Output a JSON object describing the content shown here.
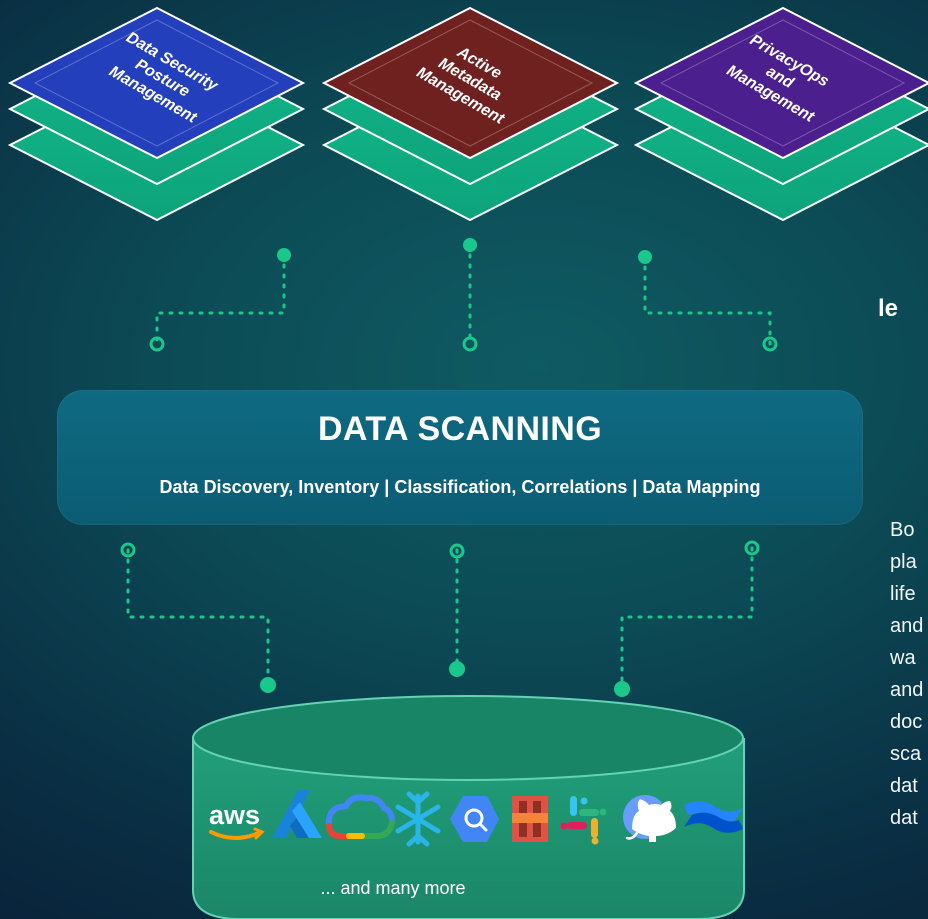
{
  "layers": [
    {
      "id": "dsp",
      "title_lines": [
        "Data Security",
        "Posture",
        "Management"
      ],
      "top_color": "#233fbc",
      "top_border": "#ffffff"
    },
    {
      "id": "amm",
      "title_lines": [
        "Active",
        "Metadata",
        "Management"
      ],
      "top_color": "#6f211f",
      "top_border": "#ffffff"
    },
    {
      "id": "pom",
      "title_lines": [
        "PrivacyOps",
        "and",
        "Management"
      ],
      "top_color": "#4b1f8d",
      "top_border": "#ffffff"
    }
  ],
  "scan": {
    "title": "DATA SCANNING",
    "subtitle": "Data Discovery, Inventory | Classification, Correlations | Data Mapping"
  },
  "right_text": {
    "top_fragment": "le",
    "paragraph_lines": [
      "Bo",
      "pla",
      "life",
      "and",
      "wa",
      "and",
      "doc",
      "sca",
      "dat",
      "dat"
    ]
  },
  "storage": {
    "caption": "... and many more"
  },
  "icons": [
    "aws-icon",
    "azure-icon",
    "google-cloud-icon",
    "snowflake-icon",
    "bigquery-icon",
    "amazon-s3-icon",
    "slack-icon",
    "github-icon",
    "confluence-icon"
  ],
  "colors": {
    "green_layer": "#10b383",
    "green_layer_border": "#ffffff",
    "connector": "#19c88a",
    "cylinder_fill": "#1c8b69",
    "cylinder_stroke": "#64d2b5",
    "scan_box": "#0e6a81"
  }
}
